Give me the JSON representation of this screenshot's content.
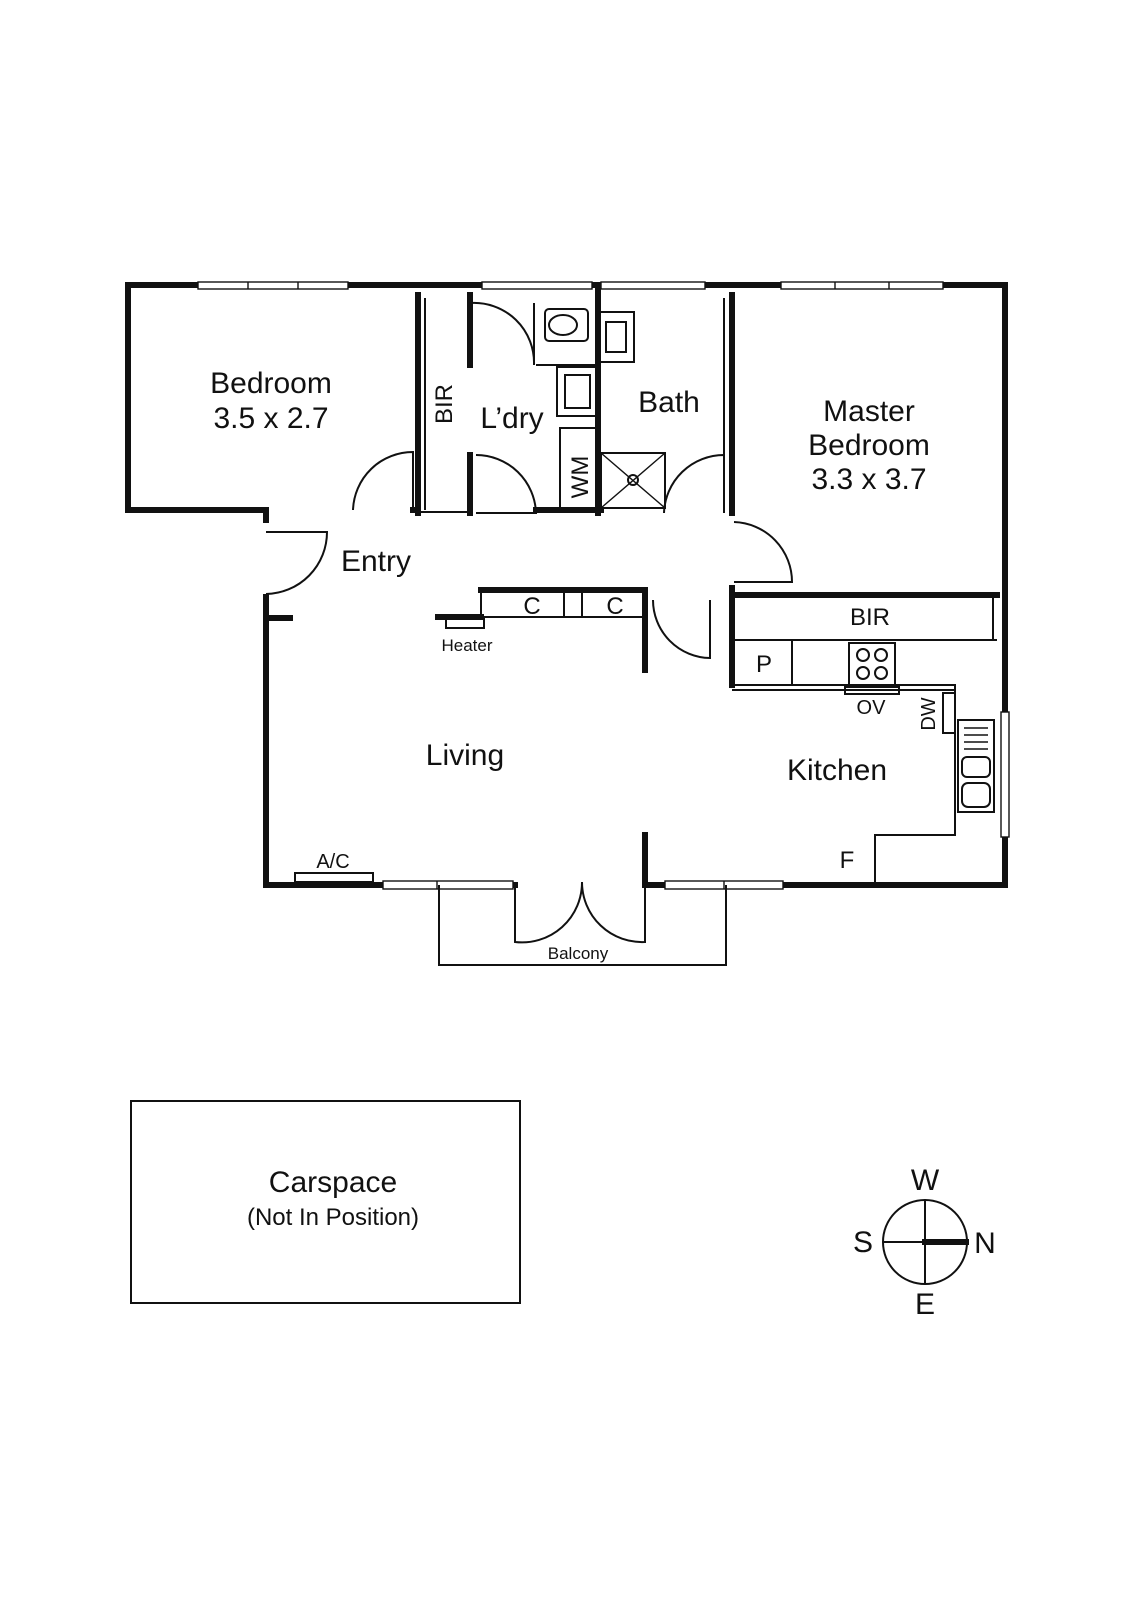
{
  "rooms": {
    "bedroom": {
      "name": "Bedroom",
      "size": "3.5 x 2.7"
    },
    "master": {
      "name_line1": "Master",
      "name_line2": "Bedroom",
      "size": "3.3 x 3.7"
    },
    "bir_left": "BIR",
    "laundry": "L’dry",
    "bath": "Bath",
    "wm": "WM",
    "entry": "Entry",
    "cupboard_1": "C",
    "cupboard_2": "C",
    "heater": "Heater",
    "bir_right": "BIR",
    "pantry": "P",
    "oven": "OV",
    "dishwasher": "DW",
    "living": "Living",
    "kitchen": "Kitchen",
    "fridge": "F",
    "ac": "A/C",
    "balcony": "Balcony"
  },
  "carspace": {
    "title": "Carspace",
    "note": "(Not In Position)"
  },
  "compass": {
    "west": "W",
    "south": "S",
    "north": "N",
    "east": "E"
  }
}
